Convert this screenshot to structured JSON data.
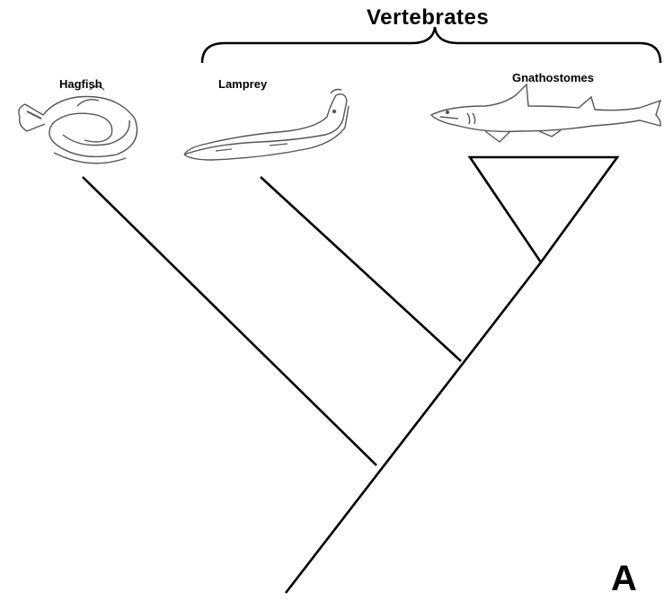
{
  "diagram": {
    "group_label": "Vertebrates",
    "panel_letter": "A",
    "taxa": [
      {
        "name": "Hagfish",
        "icon": "hagfish-illustration"
      },
      {
        "name": "Lamprey",
        "icon": "lamprey-illustration"
      },
      {
        "name": "Gnathostomes",
        "icon": "shark-illustration"
      }
    ],
    "colors": {
      "line": "#000000",
      "illustration": "#555555",
      "background": "#ffffff"
    }
  }
}
